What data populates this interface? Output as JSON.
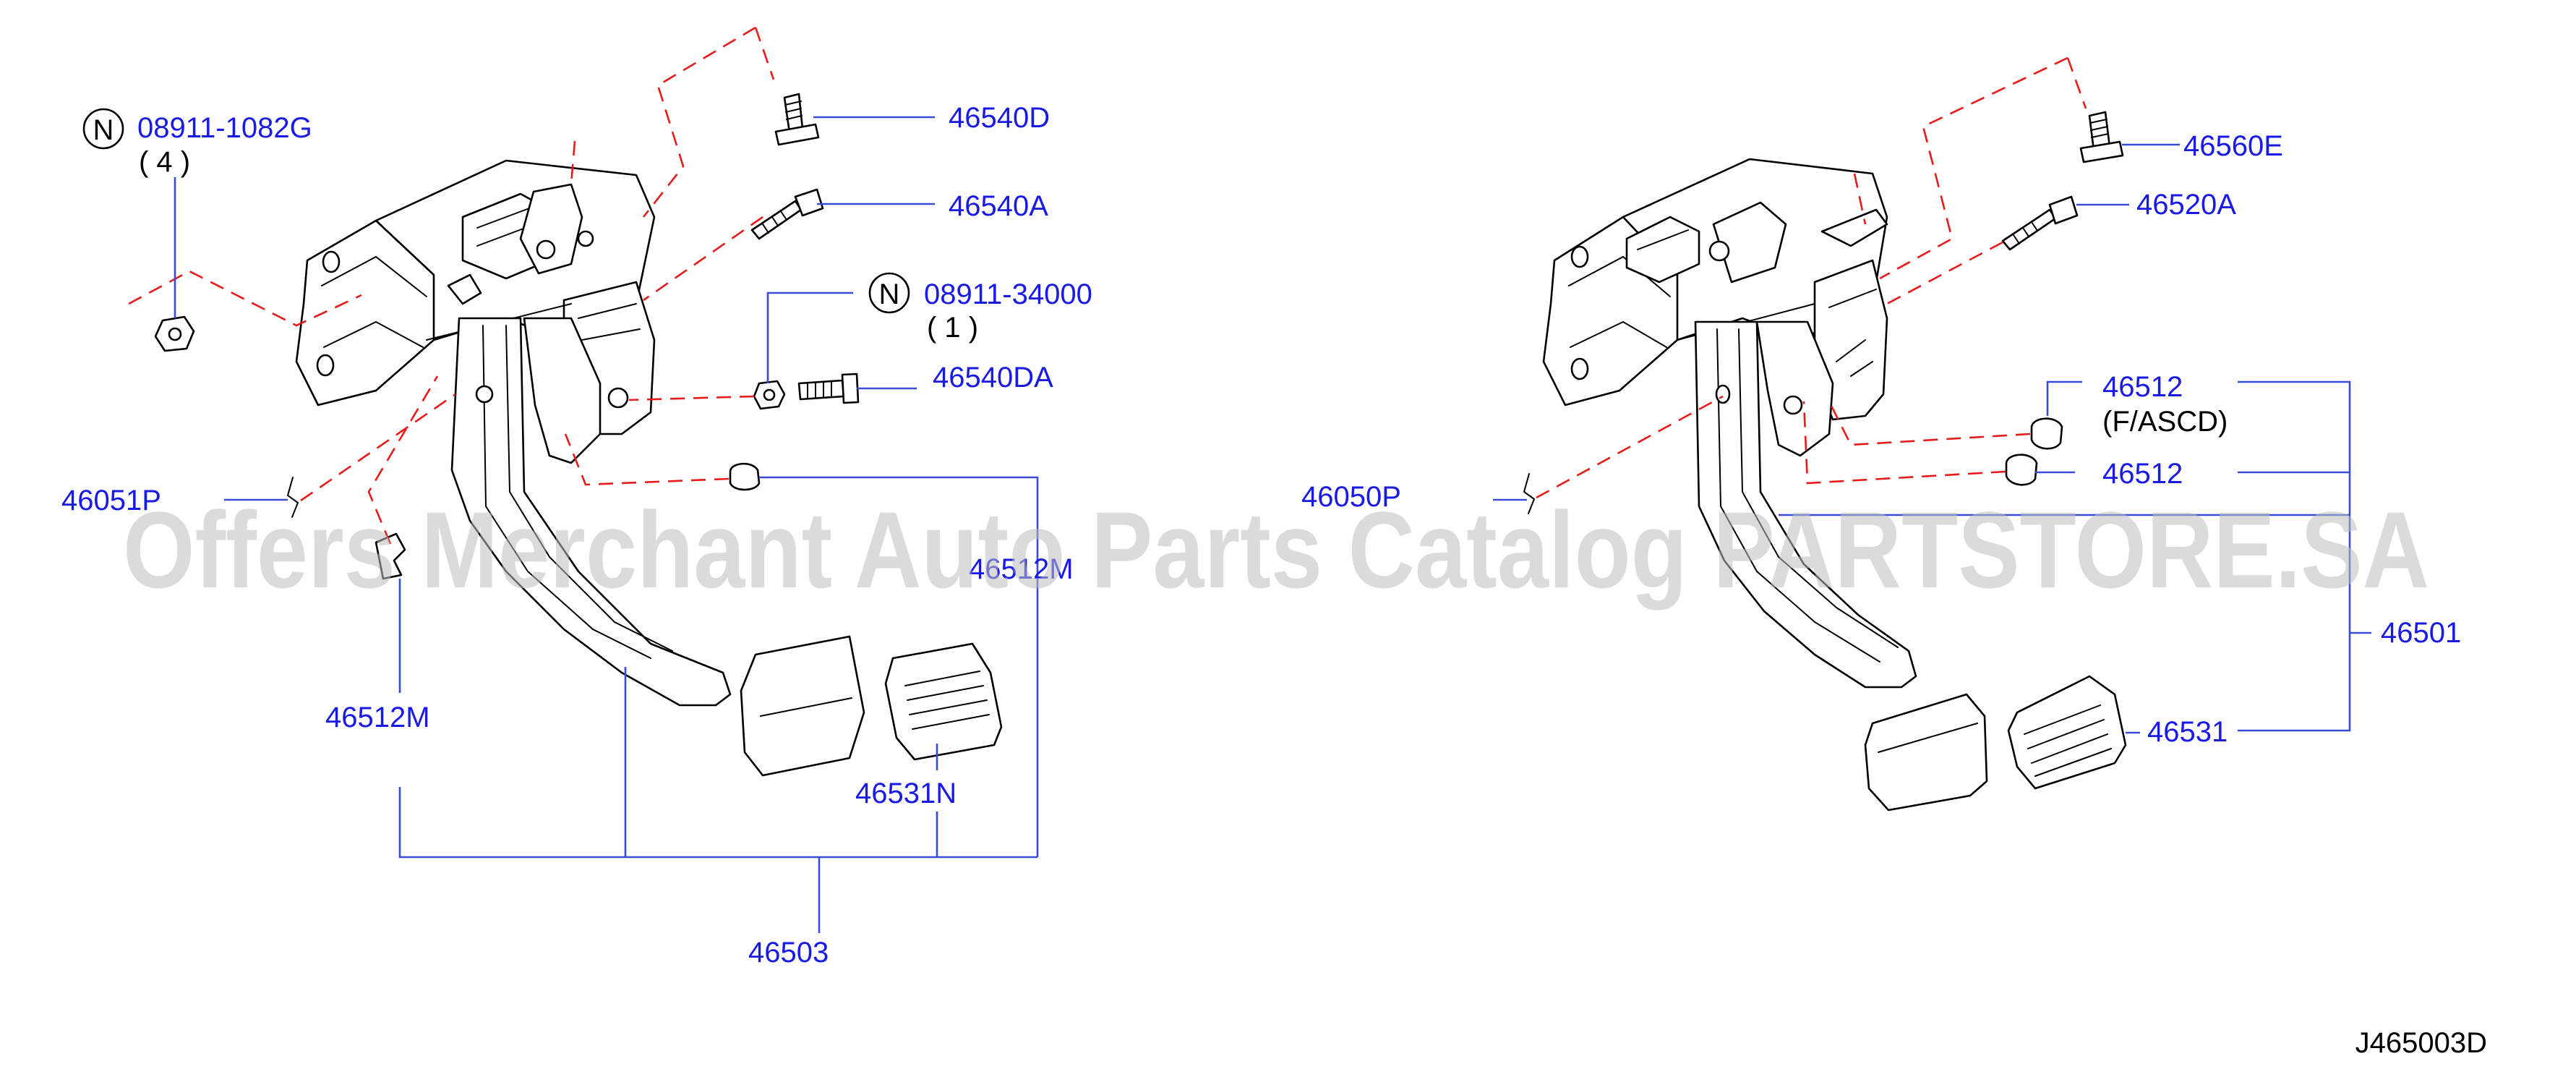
{
  "watermark": "Offers Merchant Auto Parts Catalog PARTSTORE.SA",
  "diagram_code": "J465003D",
  "colors": {
    "label": "#1a1ae6",
    "leader": "#3a4bd6",
    "dashed_leader": "#e81b1b",
    "line_art": "#000000"
  },
  "left_assembly": {
    "note_nut": {
      "symbol": "N",
      "part": "08911-1082G",
      "qty": "( 4 )"
    },
    "note_washer": {
      "symbol": "N",
      "part": "08911-34000",
      "qty": "( 1 )"
    },
    "labels": {
      "bolt_top": "46540D",
      "bolt_side": "46540A",
      "bolt_lower": "46540DA",
      "clip": "46051P",
      "stopper": "46512M",
      "stopper_upper": "46512M",
      "pad": "46531N",
      "assembly": "46503"
    }
  },
  "right_assembly": {
    "labels": {
      "bolt_top": "46560E",
      "bolt_side": "46520A",
      "switch_stopper_a": "46512",
      "switch_stopper_a_note": "(F/ASCD)",
      "switch_stopper_b": "46512",
      "clip": "46050P",
      "assembly": "46501",
      "pad": "46531"
    }
  }
}
